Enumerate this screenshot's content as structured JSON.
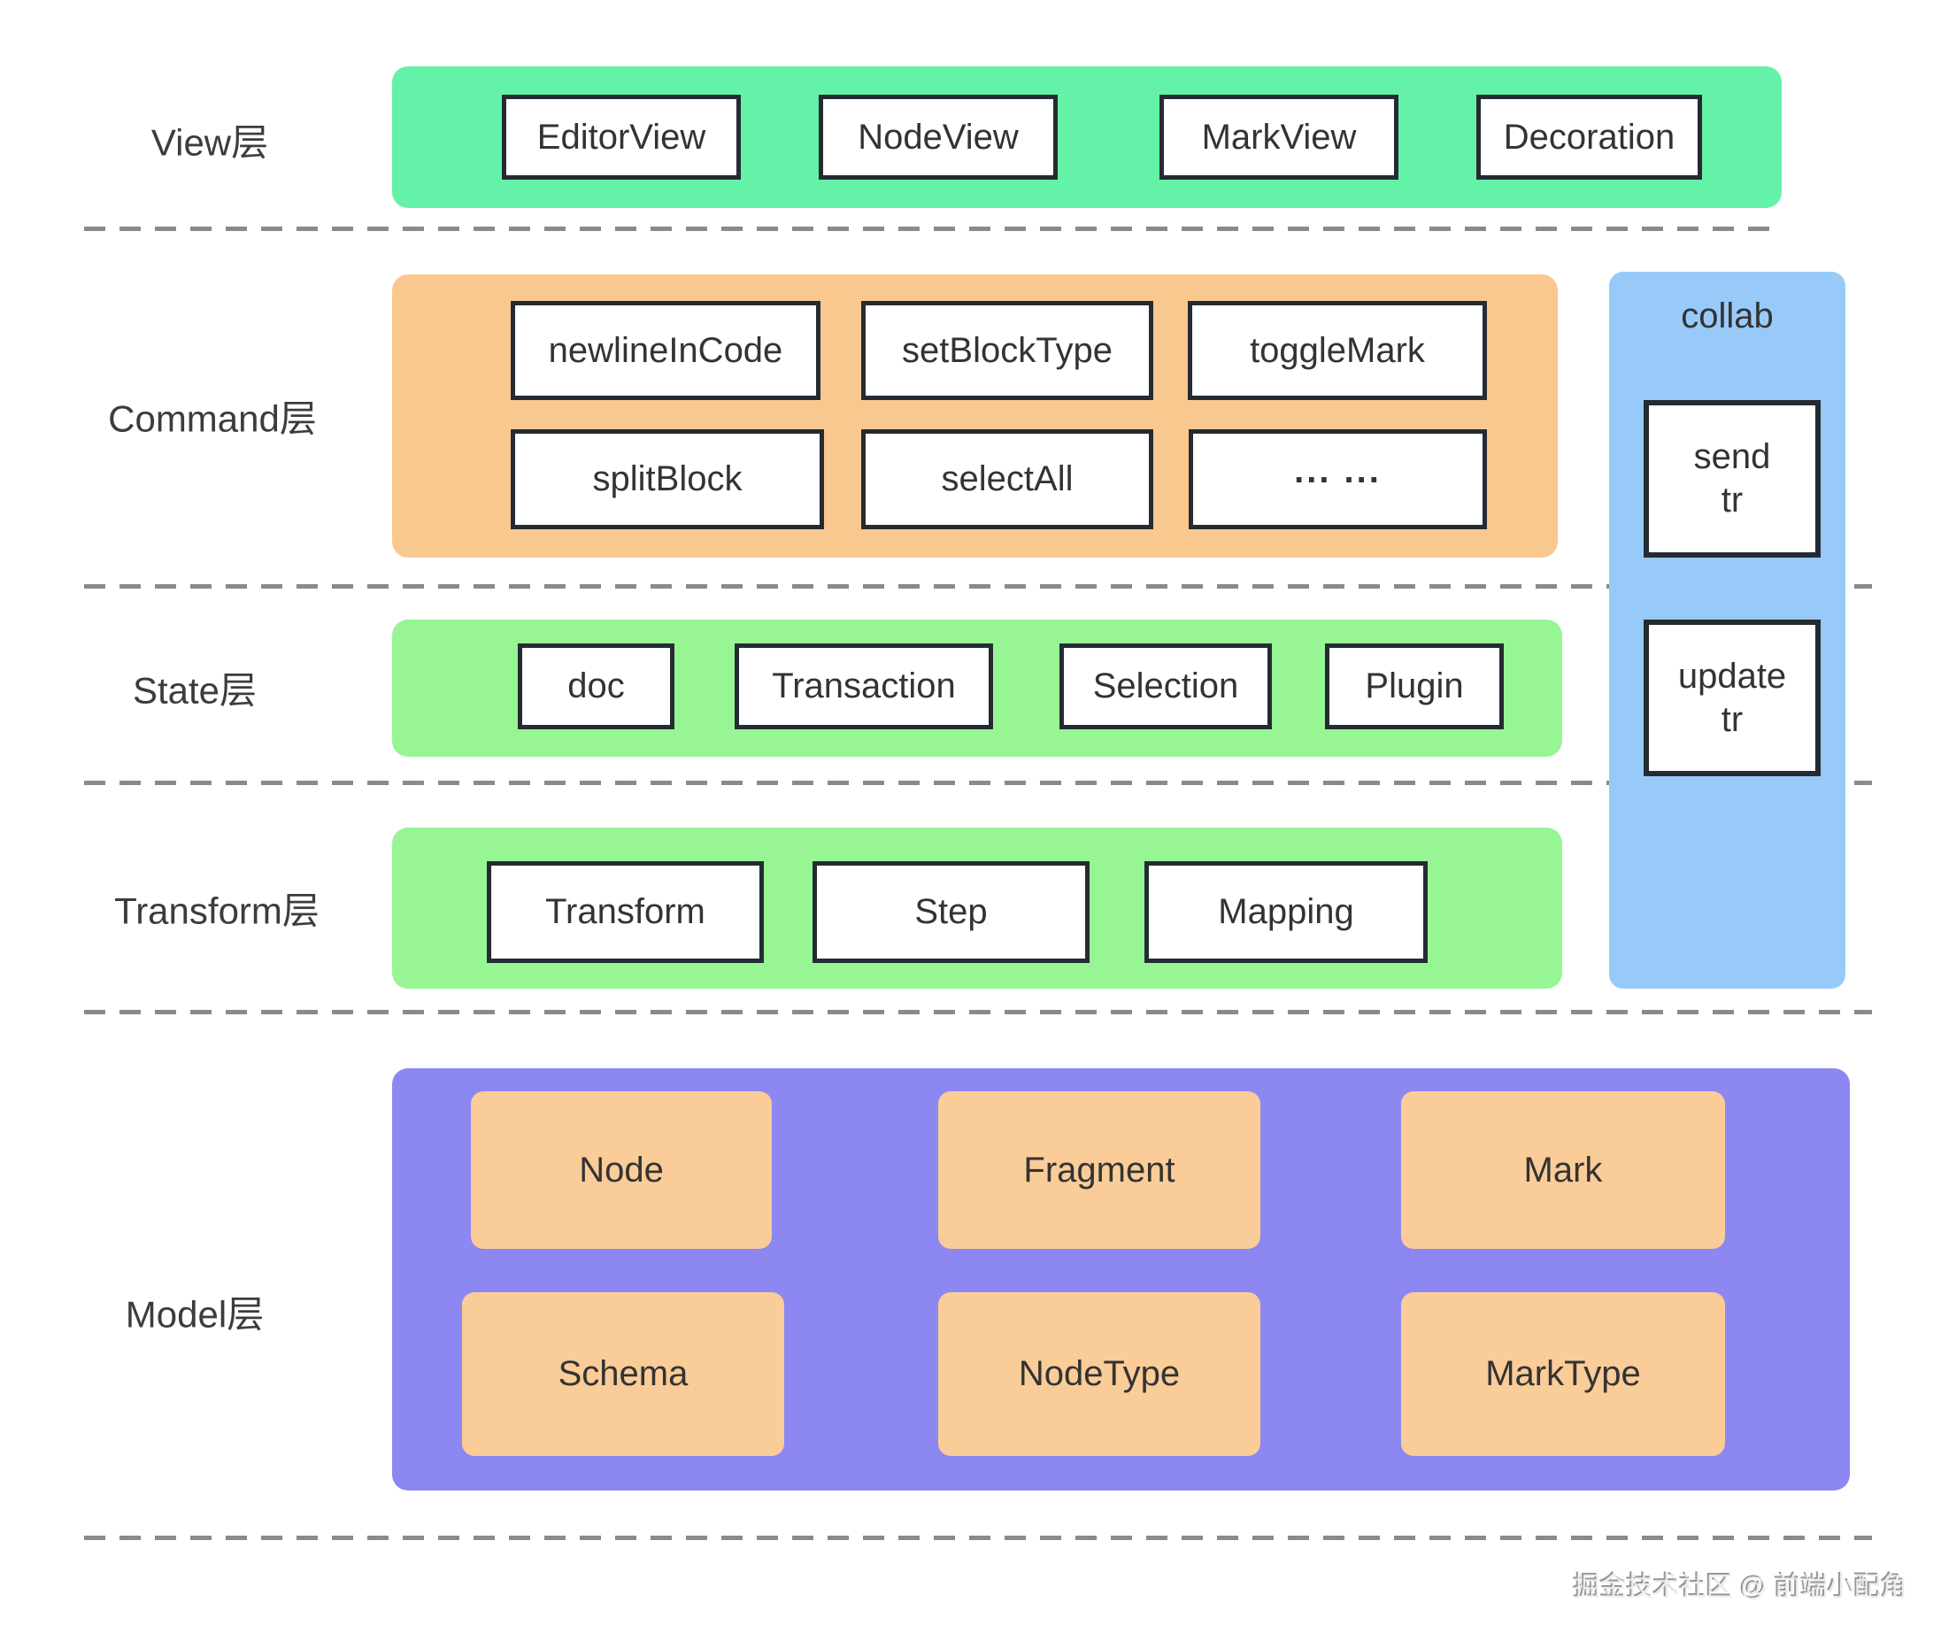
{
  "layers": {
    "view": {
      "label": "View层",
      "boxes": [
        "EditorView",
        "NodeView",
        "MarkView",
        "Decoration"
      ]
    },
    "command": {
      "label": "Command层",
      "row1": [
        "newlineInCode",
        "setBlockType",
        "toggleMark"
      ],
      "row2": [
        "splitBlock",
        "selectAll",
        "... ..."
      ]
    },
    "state": {
      "label": "State层",
      "boxes": [
        "doc",
        "Transaction",
        "Selection",
        "Plugin"
      ]
    },
    "transform": {
      "label": "Transform层",
      "boxes": [
        "Transform",
        "Step",
        "Mapping"
      ]
    },
    "model": {
      "label": "Model层",
      "row1": [
        "Node",
        "Fragment",
        "Mark"
      ],
      "row2": [
        "Schema",
        "NodeType",
        "MarkType"
      ]
    }
  },
  "collab": {
    "label": "collab",
    "send": {
      "line1": "send",
      "line2": "tr"
    },
    "update": {
      "line1": "update",
      "line2": "tr"
    }
  },
  "watermark": "掘金技术社区 @ 前端小配角",
  "colors": {
    "view_band": "#64F1A8",
    "command_band": "#F9C88F",
    "state_transform_band": "#97F593",
    "model_band": "#8D87F2",
    "collab_band": "#98CAF9",
    "model_box": "#FACC98",
    "box_border": "#252B33",
    "dash_line": "#8A8A8A",
    "text": "#333333"
  }
}
